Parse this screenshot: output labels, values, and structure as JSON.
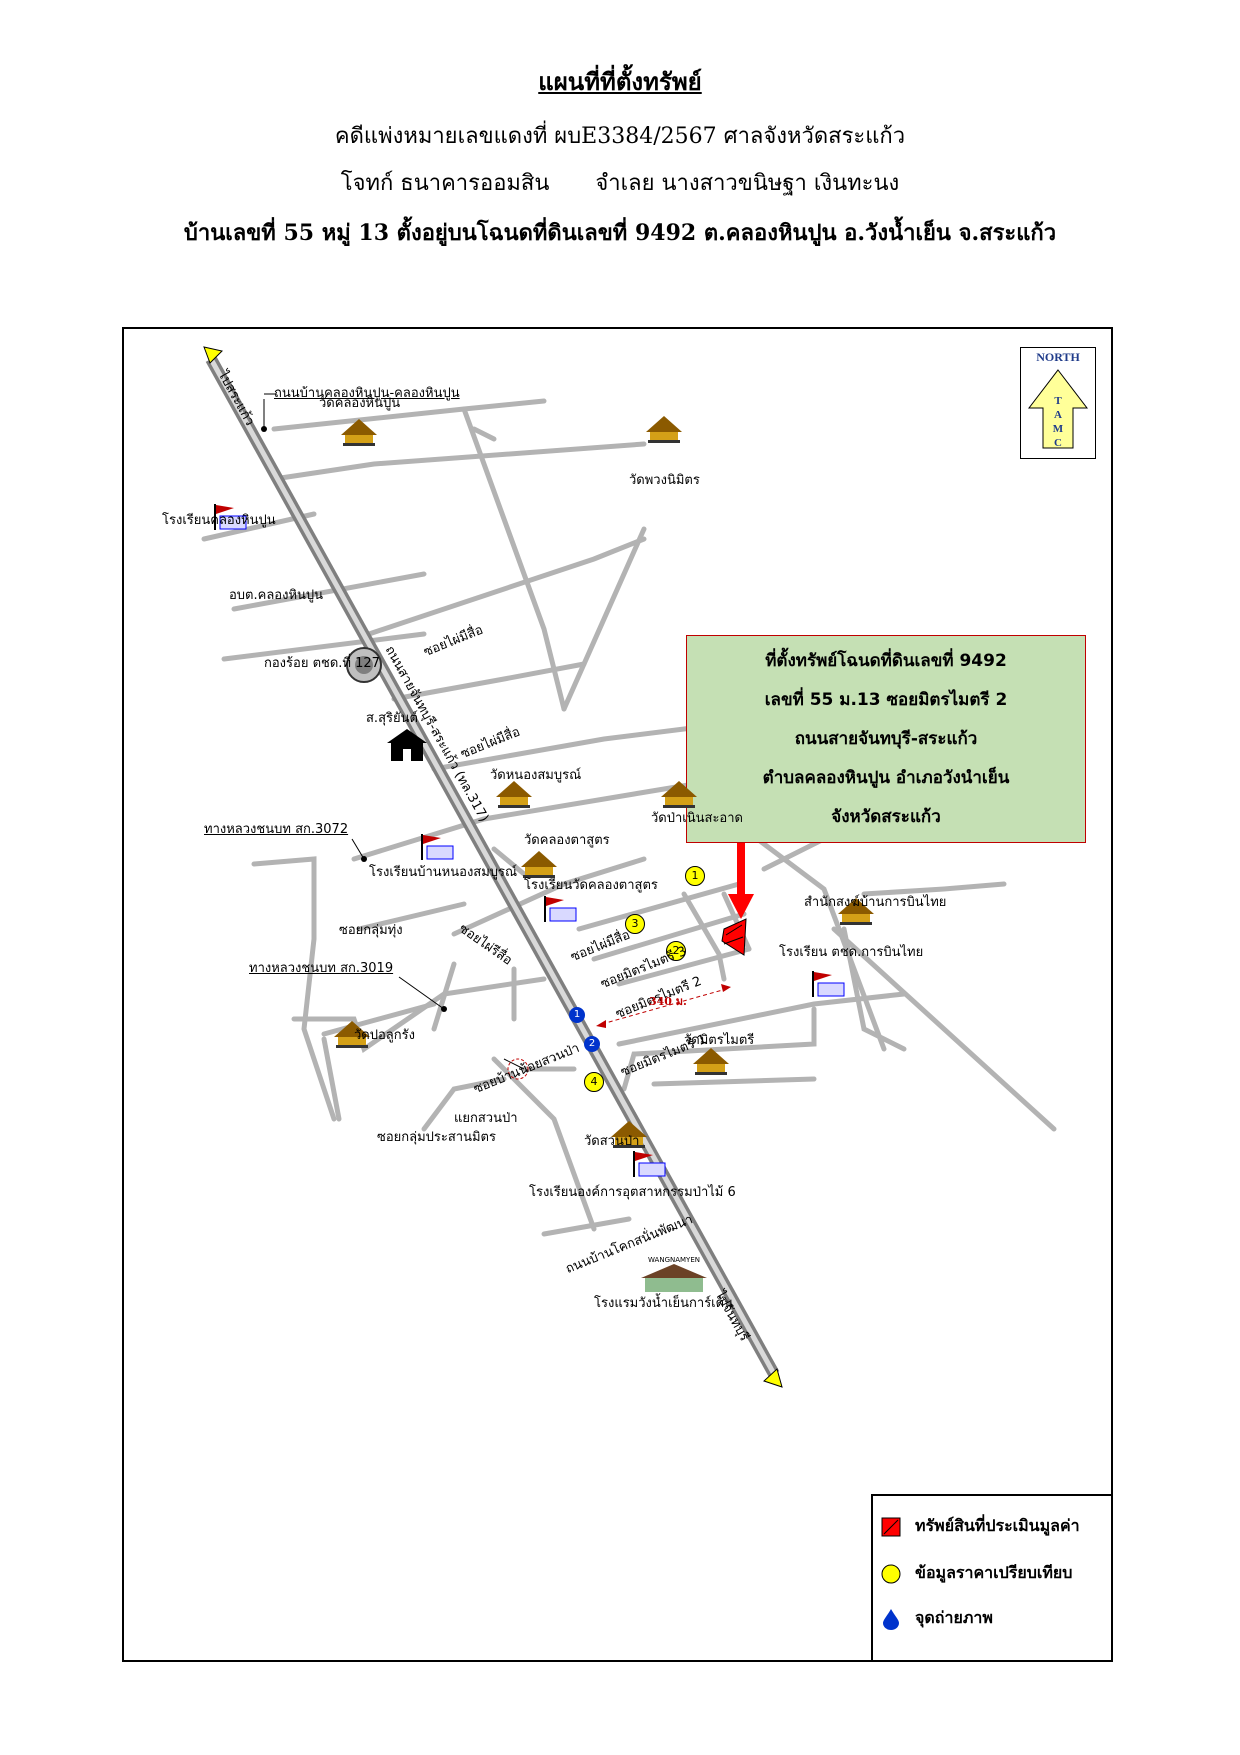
{
  "header": {
    "title": "แผนที่ที่ตั้งทรัพย์",
    "case_line": "คดีแพ่งหมายเลขแดงที่ ผบE3384/2567 ศาลจังหวัดสระแก้ว",
    "plaintiff": "โจทก์ ธนาคารออมสิน",
    "defendant": "จำเลย นางสาวขนิษฐา เงินทะนง",
    "address_line": "บ้านเลขที่ 55 หมู่ 13 ตั้งอยู่บนโฉนดที่ดินเลขที่ 9492 ต.คลองหินปูน อ.วังน้ำเย็น จ.สระแก้ว"
  },
  "north_arrow": {
    "label": "NORTH",
    "letters": [
      "T",
      "A",
      "M",
      "C"
    ]
  },
  "callout": {
    "lines": [
      "ที่ตั้งทรัพย์โฉนดที่ดินเลขที่ 9492",
      "เลขที่ 55 ม.13 ซอยมิตรไมตรี 2",
      "ถนนสายจันทบุรี-สระแก้ว",
      "ตำบลคลองหินปูน อำเภอวังนำเย็น",
      "จังหวัดสระแก้ว"
    ],
    "arrow_color": "#ff0000",
    "bg_color": "#c5e0b4"
  },
  "map_labels": {
    "to_sakaeo": "ไปสระแก้ว",
    "to_chanthaburi": "ไปจันทบุรี",
    "main_road": "ถนนสายจันทบุรี-สระแก้ว (ทล.317)",
    "road_khlong": "ถนนบ้านคลองหินปูน-คลองหินปูน",
    "wat_khlong_hin_pun": "วัดคลองหินปูน",
    "wat_phuang_nimit": "วัดพวงนิมิตร",
    "school_khlong_hin_pun": "โรงเรียนคลองหินปูน",
    "sao": "อบต.คลองหินปูน",
    "bpp_company": "กองร้อย ตชด.ที่ 127",
    "soi_phai_mi_sue_1": "ซอยไผ่มีสื่อ",
    "soi_phai_mi_sue_2": "ซอยไผ่มีสื่อ",
    "health_office": "ส.สุริยันต์",
    "wat_nong_sombun": "วัดหนองสมบูรณ์",
    "wat_pa_noen": "วัดป่าเนินสะอาด",
    "rural_road_3072": "ทางหลวงชนบท สก.3072",
    "school_ban_nong_sombun": "โรงเรียนบ้านหนองสมบูรณ์",
    "wat_khlong_ta_sut": "วัดคลองตาสูตร",
    "school_wat_khlong_ta_sut": "โรงเรียนวัดคลองตาสูตร",
    "soi_klum_thung": "ซอยกลุ่มทุ่ง",
    "soi_phai_ri_sue": "ซอยไผ่รีสื่อ",
    "soi_phai_mi_sue_3": "ซอยไผ่มีสื่อ",
    "soi_mitmaitri_3": "ซอยมิตรไมตรี 3",
    "soi_mitmaitri_2": "ซอยมิตรไมตรี 2",
    "soi_mitmaitri_1": "ซอยมิตรไมตรี 1",
    "distance": "340 ม.",
    "samnak_song": "สำนักสงฆ์บ้านการบินไทย",
    "school_bpp": "โรงเรียน ตชด.การบินไทย",
    "rural_road_3019": "ทางหลวงชนบท สก.3019",
    "wat_po_luk_rang": "วัดปอลูกรัง",
    "wat_mitmaitri": "วัดมิตรไมตรี",
    "soi_ban_noi": "ซอยบ้านน้อยสวนป่า",
    "yaek_suan_pa": "แยกสวนป่า",
    "soi_klum_prasan": "ซอยกลุ่มประสานมิตร",
    "wat_suan_pa": "วัดสวนป่า",
    "school_forest": "โรงเรียนองค์การอุตสาหกรรมป่าไม้ 6",
    "road_ban_khok": "ถนนบ้านโคกสนั่นพัฒนา",
    "hotel": "โรงแรมวังน้ำเย็นการ์เด้น",
    "hotel_logo_text": "WANGNAMYEN"
  },
  "markers": {
    "yellow": [
      "1",
      "2",
      "3",
      "4"
    ],
    "blue": [
      "1",
      "2"
    ]
  },
  "legend": {
    "items": [
      {
        "label": "ทรัพย์สินที่ประเมินมูลค่า",
        "icon": "red-square-icon",
        "color": "#ff0000"
      },
      {
        "label": "ข้อมูลราคาเปรียบเทียบ",
        "icon": "yellow-circle-icon",
        "color": "#ffff00"
      },
      {
        "label": "จุดถ่ายภาพ",
        "icon": "blue-drop-icon",
        "color": "#0033cc"
      }
    ]
  }
}
